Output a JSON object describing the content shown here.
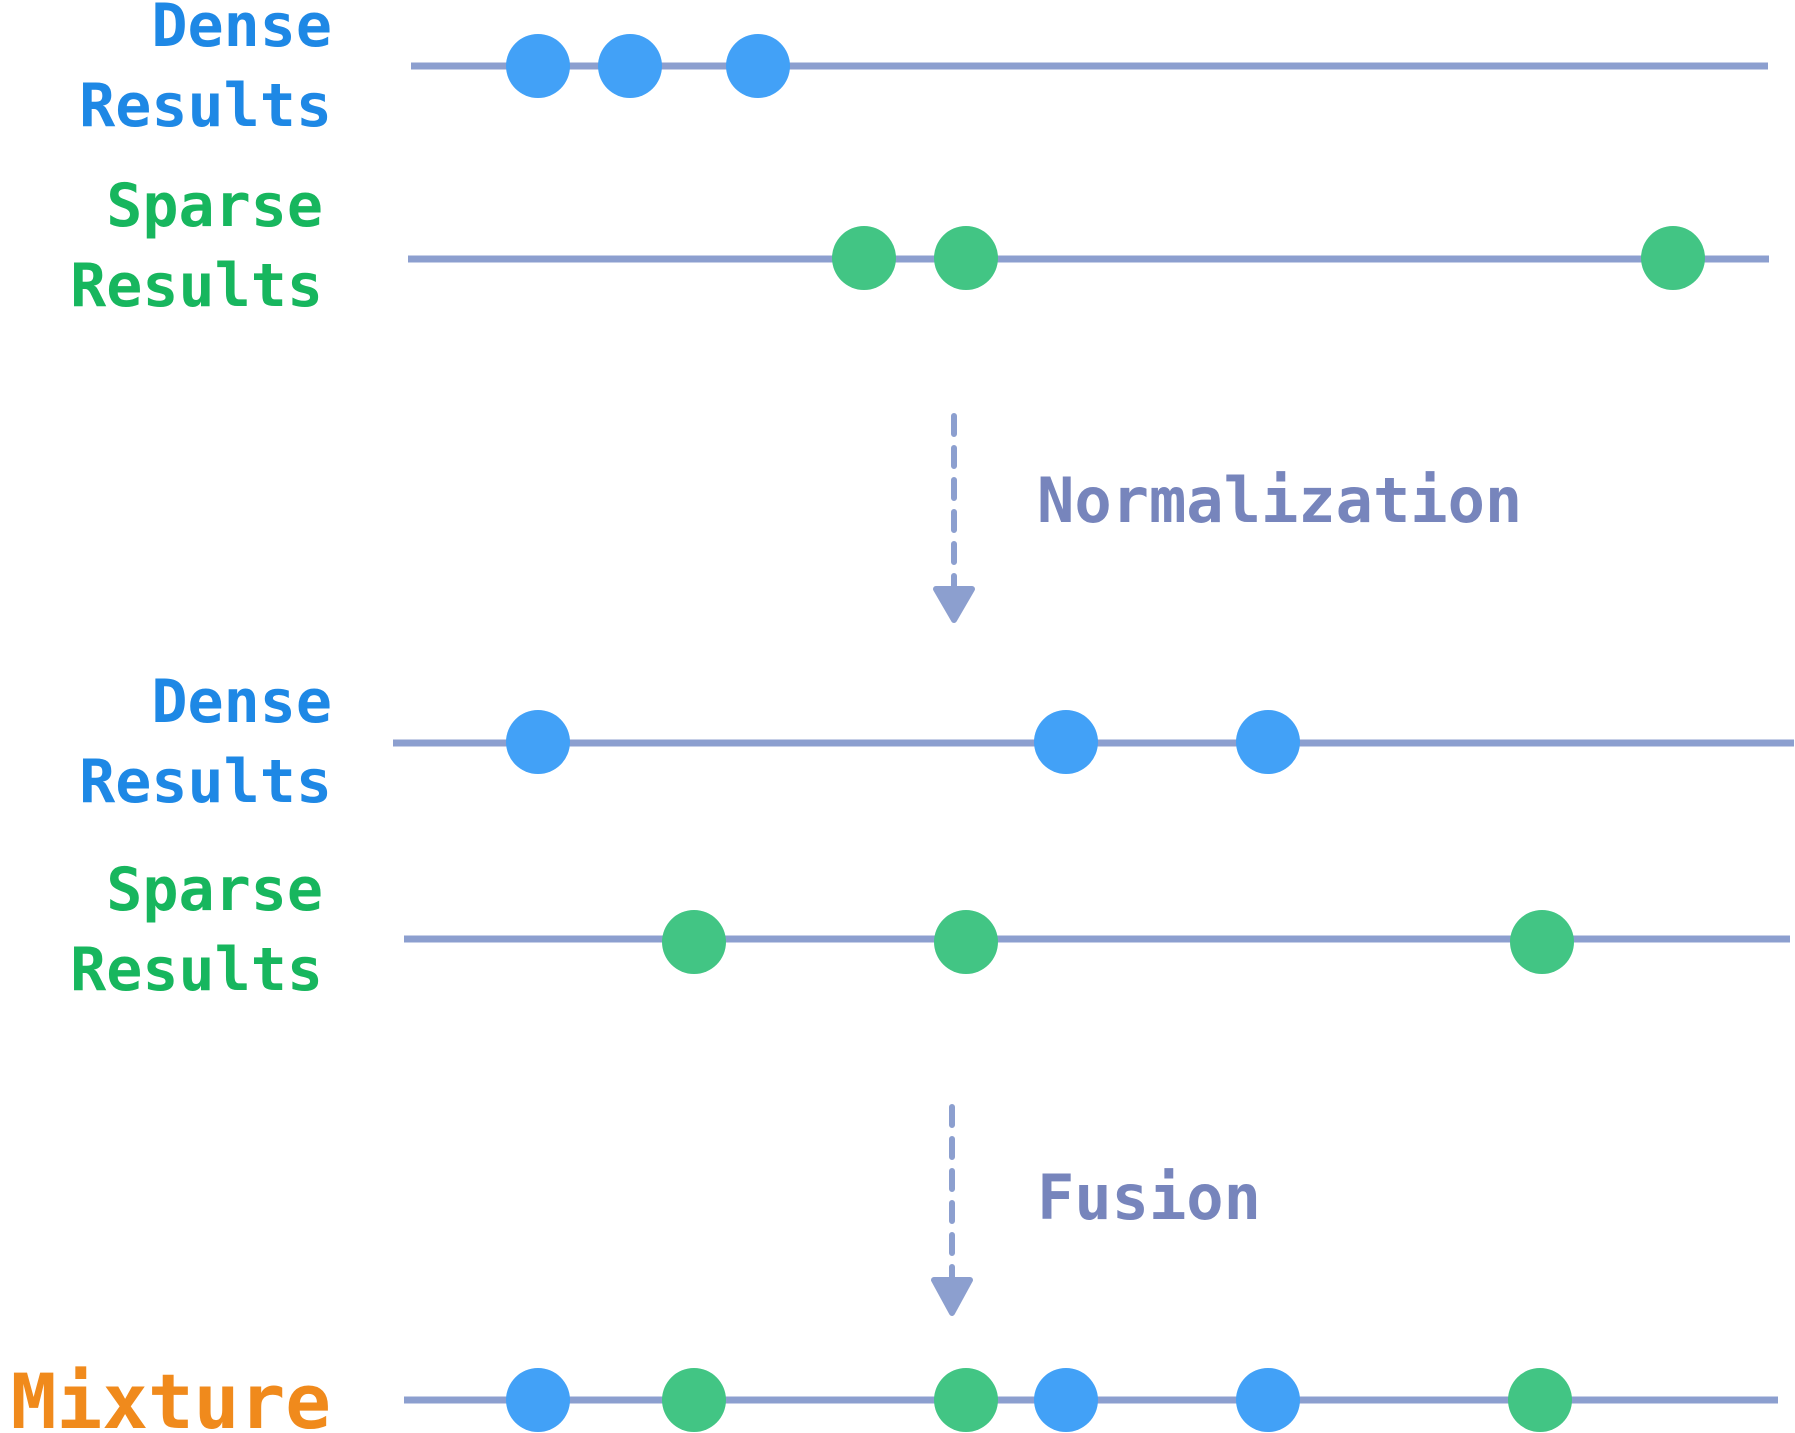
{
  "colors": {
    "dense": "#1e88e5",
    "dense_dot": "#42a1f7",
    "sparse": "#17b65e",
    "sparse_dot": "#42c584",
    "line": "#8c9fcf",
    "arrow": "#8c9fcf",
    "step_text": "#7785bc",
    "mixture": "#f08a1c"
  },
  "stages": {
    "before": {
      "dense": {
        "line1": "Dense",
        "line2": "Results",
        "dots": 3
      },
      "sparse": {
        "line1": "Sparse",
        "line2": "Results",
        "dots": 3
      }
    },
    "normalized": {
      "dense": {
        "line1": "Dense",
        "line2": "Results",
        "dots": 3
      },
      "sparse": {
        "line1": "Sparse",
        "line2": "Results",
        "dots": 3
      }
    },
    "mixture": {
      "label": "Mixture",
      "dots": 6
    }
  },
  "steps": {
    "normalization": "Normalization",
    "fusion": "Fusion"
  }
}
